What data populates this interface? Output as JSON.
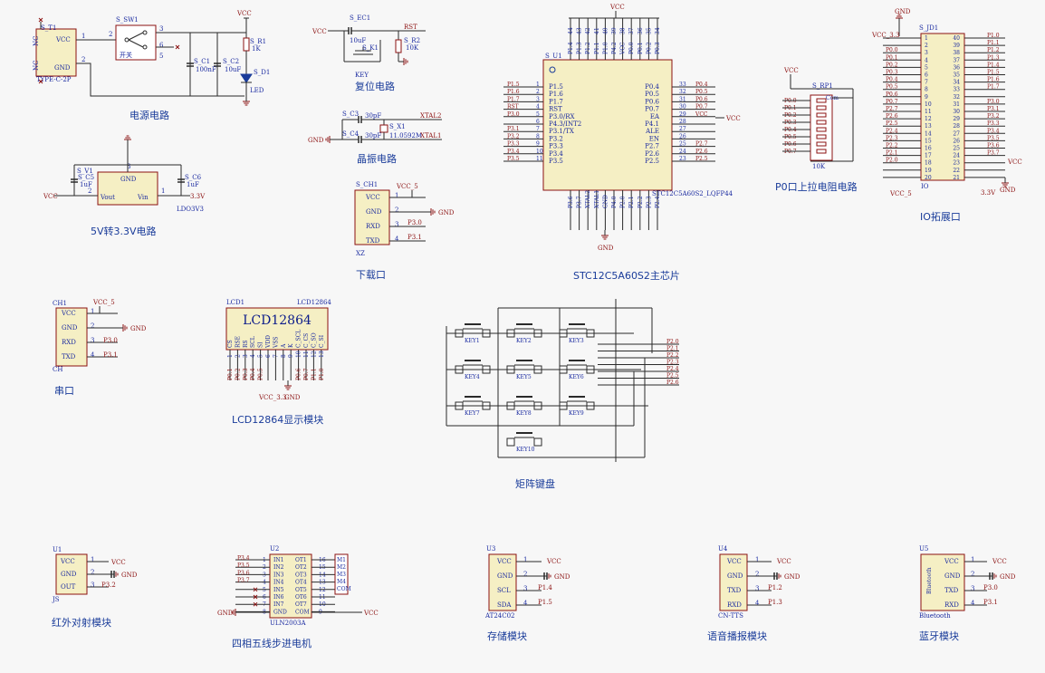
{
  "colors": {
    "wire": "#2a2a2a",
    "box": "#8b1010",
    "box_fill": "#f5efc4",
    "text": "#1a2aa0",
    "net": "#8b1010",
    "bg": "#f7f7f7"
  },
  "blocks": {
    "power": {
      "title": "电源电路",
      "ref_t1": "S_T1",
      "type_c": "TYPE-C-2P",
      "sw": "S_SW1",
      "sw_label": "开关",
      "c1": "S_C1",
      "c1_v": "100nF",
      "c2": "S_C2",
      "c2_v": "10uF",
      "r1": "S_R1",
      "r1_v": "1K",
      "d1": "S_D1",
      "led": "LED",
      "vcc": "VCC",
      "nc": "NC",
      "gnd": "GND"
    },
    "ldo": {
      "title": "5V转3.3V电路",
      "ref": "S_V1",
      "part": "LDO3V3",
      "c5": "S_C5",
      "c5_v": "1uF",
      "c6": "S_C6",
      "c6_v": "1uF",
      "vout": "Vout",
      "vin": "Vin",
      "gnd": "GND",
      "out": "3.3V",
      "in": "VCC"
    },
    "reset": {
      "title": "复位电路",
      "ec1": "S_EC1",
      "ec1_v": "10uF",
      "r2": "S_R2",
      "r2_v": "10K",
      "k1": "S_K1",
      "key": "KEY",
      "vcc": "VCC",
      "rst": "RST"
    },
    "crystal": {
      "title": "晶振电路",
      "c3": "S_C3",
      "c4": "S_C4",
      "cv": "30pF",
      "x1": "S_X1",
      "freq": "11.0592M",
      "xtal2": "XTAL2",
      "xtal1": "XTAL1",
      "gnd": "GND"
    },
    "download": {
      "title": "下载口",
      "ref": "S_CH1",
      "part": "XZ",
      "pins": [
        "VCC",
        "GND",
        "RXD",
        "TXD"
      ],
      "vcc5": "VCC_5",
      "gnd": "GND",
      "p30": "P3.0",
      "p31": "P3.1"
    },
    "mcu": {
      "title": "STC12C5A60S2主芯片",
      "ref": "S_U1",
      "part": "STC12C5A60S2_LQFP44",
      "vcc": "VCC",
      "gnd": "GND",
      "left_pins": [
        "P1.5",
        "P1.6",
        "P1.7",
        "RST",
        "P3.0/RX",
        "P4.3/INT2",
        "P3.1/TX",
        "P3.2",
        "P3.3",
        "P3.4",
        "P3.5"
      ],
      "left_nets": [
        "P1.5",
        "P1.6",
        "P1.7",
        "RST",
        "P3.0",
        "",
        "P3.1",
        "P3.2",
        "P3.3",
        "P3.4",
        "P3.5"
      ],
      "right_pins": [
        "P0.4",
        "P0.5",
        "P0.6",
        "P0.7",
        "EA",
        "P4.1",
        "ALE",
        "EN",
        "P2.7",
        "P2.6",
        "P2.5"
      ],
      "right_nets": [
        "P0.4",
        "P0.5",
        "P0.6",
        "P0.7",
        "VCC",
        "",
        "",
        "",
        "P2.7",
        "P2.6",
        "P2.5"
      ],
      "top_pins": [
        "P1.4",
        "P1.3",
        "P1.2",
        "P1.1",
        "P1.0",
        "P4.2",
        "VCC",
        "P0.0",
        "P0.1",
        "P0.2",
        "P0.3"
      ],
      "bottom_pins": [
        "P3.6",
        "P3.7",
        "XTAL2",
        "XTAL1",
        "GND",
        "P4.0",
        "P2.0",
        "P2.1",
        "P2.2",
        "P2.3",
        "P2.4"
      ]
    },
    "pullup": {
      "title": "P0口上拉电阻电路",
      "ref": "S_RP1",
      "value": "10K",
      "vcc": "VCC",
      "com": "Com",
      "nets": [
        "P0.0",
        "P0.1",
        "P0.2",
        "P0.3",
        "P0.4",
        "P0.5",
        "P0.6",
        "P0.7"
      ]
    },
    "io": {
      "title": "IO拓展口",
      "ref": "S_JD1",
      "part": "IO",
      "gnd": "GND",
      "vcc33": "VCC_3.3",
      "vcc5": "VCC_5",
      "vcc": "VCC",
      "v33": "3.3V",
      "left_nets": [
        "",
        "P0.0",
        "P0.1",
        "P0.2",
        "P0.3",
        "P0.4",
        "P0.5",
        "P0.6",
        "P0.7",
        "P2.7",
        "P2.6",
        "P2.5",
        "P2.4",
        "P2.3",
        "P2.2",
        "P2.1",
        "P2.0",
        "",
        ""
      ],
      "right_nets": [
        "P1.0",
        "P1.1",
        "P1.2",
        "P1.3",
        "P1.4",
        "P1.5",
        "P1.6",
        "P1.7",
        "",
        "P3.0",
        "P3.1",
        "P3.2",
        "P3.3",
        "P3.4",
        "P3.5",
        "P3.6",
        "P3.7",
        "",
        ""
      ]
    },
    "uart": {
      "title": "串口",
      "ref": "CH1",
      "part": "CH",
      "vcc5": "VCC_5",
      "pins": [
        "VCC",
        "GND",
        "RXD",
        "TXD"
      ],
      "gnd": "GND",
      "p30": "P3.0",
      "p31": "P3.1"
    },
    "lcd": {
      "title": "LCD12864显示模块",
      "ref": "LCD1",
      "part": "LCD12864",
      "name": "LCD12864",
      "pins": [
        "CS",
        "RSE",
        "RS",
        "SCL",
        "SI",
        "VDD",
        "VSS",
        "A",
        "K",
        "C_SCL",
        "C_CS",
        "C_SO",
        "C_SI"
      ],
      "nets": [
        "P0.1",
        "P0.2",
        "P0.3",
        "P0.4",
        "P0.5",
        "",
        "",
        "",
        "",
        "P0.6",
        "P0.7",
        "P1.1",
        "P1.0"
      ],
      "vcc33": "VCC_3.3",
      "gnd": "GND"
    },
    "keypad": {
      "title": "矩阵键盘",
      "keys": [
        "KEY1",
        "KEY2",
        "KEY3",
        "KEY4",
        "KEY5",
        "KEY6",
        "KEY7",
        "KEY8",
        "KEY9",
        "KEY10"
      ],
      "nets": [
        "P2.0",
        "P2.1",
        "P2.2",
        "P2.3",
        "P2.4",
        "P2.5",
        "P2.6"
      ]
    },
    "ir": {
      "title": "红外对射模块",
      "ref": "U1",
      "part": "JS",
      "pins": [
        "VCC",
        "GND",
        "OUT"
      ],
      "vcc": "VCC",
      "gnd": "GND",
      "net": "P3.2"
    },
    "stepper": {
      "title": "四相五线步进电机",
      "ref": "U2",
      "part": "ULN2003A",
      "in_pins": [
        "IN1",
        "IN2",
        "IN3",
        "IN4",
        "IN5",
        "IN6",
        "IN7",
        "GND"
      ],
      "out_pins": [
        "OT1",
        "OT2",
        "OT3",
        "OT4",
        "OT5",
        "OT6",
        "OT7",
        "COM"
      ],
      "left_nums": [
        "1",
        "2",
        "3",
        "4",
        "5",
        "6",
        "7",
        "8"
      ],
      "right_nums": [
        "16",
        "15",
        "14",
        "13",
        "12",
        "11",
        "10",
        "9"
      ],
      "nets": [
        "P3.4",
        "P3.5",
        "P3.6",
        "P3.7"
      ],
      "motor": [
        "M1",
        "M2",
        "M3",
        "M4",
        "COM"
      ],
      "gnd": "GND",
      "vcc": "VCC"
    },
    "eeprom": {
      "title": "存储模块",
      "ref": "U3",
      "part": "AT24C02",
      "pins": [
        "VCC",
        "GND",
        "SCL",
        "SDA"
      ],
      "vcc": "VCC",
      "gnd": "GND",
      "nets": [
        "P1.4",
        "P1.5"
      ]
    },
    "tts": {
      "title": "语音播报模块",
      "ref": "U4",
      "part": "CN-TTS",
      "pins": [
        "VCC",
        "GND",
        "TXD",
        "RXD"
      ],
      "vcc": "VCC",
      "gnd": "GND",
      "nets": [
        "P1.2",
        "P1.3"
      ]
    },
    "bt": {
      "title": "蓝牙模块",
      "ref": "U5",
      "part": "Bluetooth",
      "inner": "Bluetooth",
      "pins": [
        "VCC",
        "GND",
        "TXD",
        "RXD"
      ],
      "vcc": "VCC",
      "gnd": "GND",
      "nets": [
        "P3.0",
        "P3.1"
      ]
    }
  }
}
